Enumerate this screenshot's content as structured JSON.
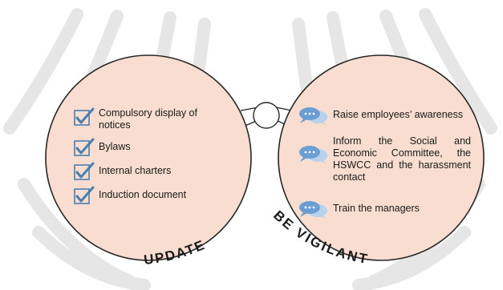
{
  "left_circle": {
    "label": "UPDATE",
    "items": [
      {
        "text": "Compulsory display of notices",
        "icon": "checkbox-icon"
      },
      {
        "text": "Bylaws",
        "icon": "checkbox-icon"
      },
      {
        "text": "Internal charters",
        "icon": "checkbox-icon"
      },
      {
        "text": "Induction document",
        "icon": "checkbox-icon"
      }
    ]
  },
  "right_circle": {
    "label": "BE VIGILANT",
    "items": [
      {
        "text": "Raise employees’ awareness",
        "icon": "chat-bubbles-icon"
      },
      {
        "text": "Inform the Social and Economic Committee, the HSWCC and the harassment contact",
        "icon": "chat-bubbles-icon"
      },
      {
        "text": "Train the managers",
        "icon": "chat-bubbles-icon"
      }
    ]
  },
  "colors": {
    "circle_fill": "#f8ddd0",
    "circle_stroke": "#262626",
    "hands_stroke": "#e6e6e6",
    "check_blue": "#4a7fb0",
    "bubble_blue": "#6b9fd4",
    "bubble_light": "#b8d1ec"
  }
}
